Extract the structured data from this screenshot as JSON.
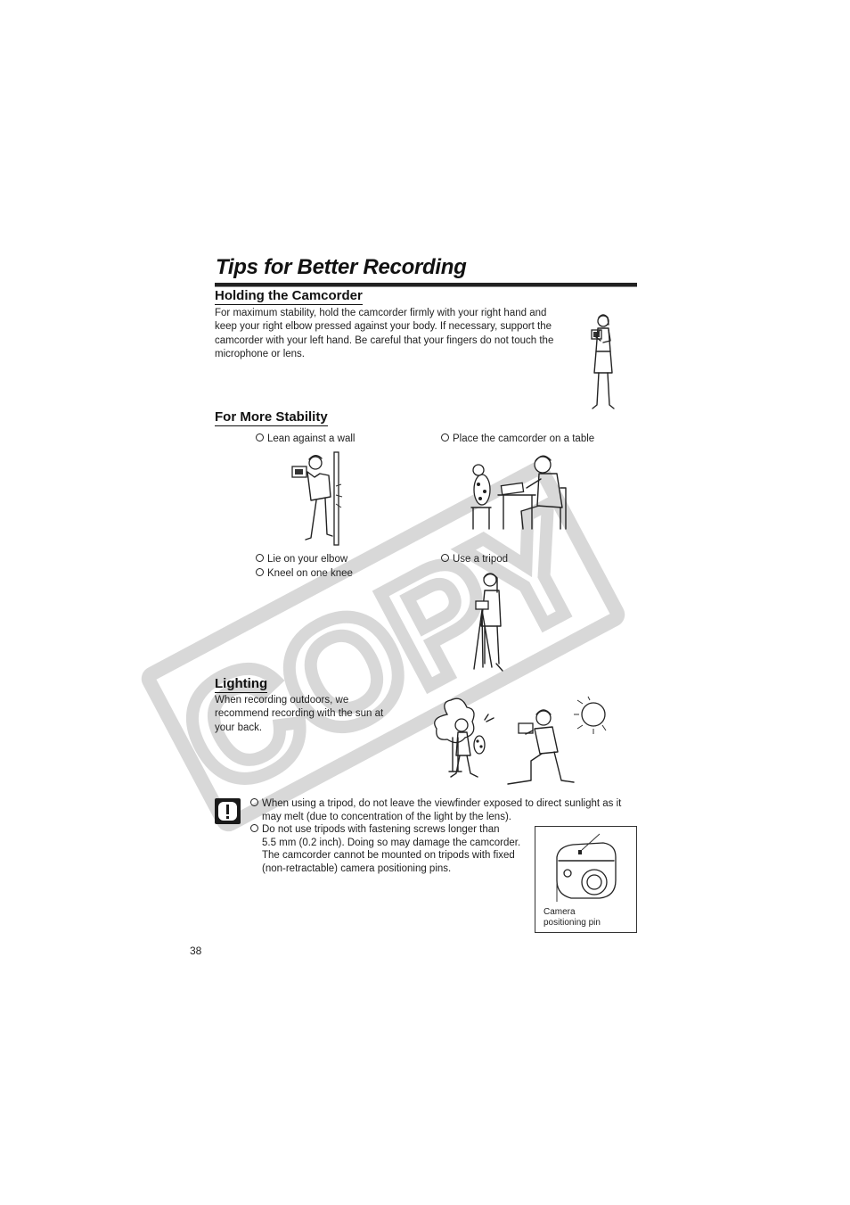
{
  "page": {
    "title": "Tips for Better Recording",
    "page_number": "38",
    "watermark_text": "COPY"
  },
  "holding": {
    "heading": "Holding the Camcorder",
    "lines": [
      "For maximum stability, hold the camcorder firmly with your right hand and",
      "keep your right elbow pressed against your body. If necessary, support the",
      "camcorder with your left hand. Be careful that your fingers do not touch the",
      "microphone or lens."
    ]
  },
  "stability": {
    "heading": "For More Stability",
    "tips": [
      "Lean against a wall",
      "Place the camcorder on a table",
      "Lie on your elbow",
      "Use a tripod",
      "Kneel on one knee"
    ]
  },
  "lighting": {
    "heading": "Lighting",
    "lines": [
      "When recording outdoors, we",
      "recommend recording with the sun at",
      "your back."
    ]
  },
  "caution": {
    "icon": "caution-exclamation-icon",
    "items": [
      {
        "lines": [
          "When using a tripod, do not leave the viewfinder exposed to direct sunlight as it",
          "may melt (due to concentration of the light by the lens)."
        ]
      },
      {
        "lines": [
          "Do not use tripods with fastening screws longer than",
          "5.5 mm (0.2 inch). Doing so may damage the camcorder.",
          "The camcorder cannot be mounted on tripods with fixed",
          "(non-retractable) camera positioning pins."
        ]
      }
    ],
    "pin_label_lines": [
      "Camera",
      "positioning pin"
    ]
  }
}
